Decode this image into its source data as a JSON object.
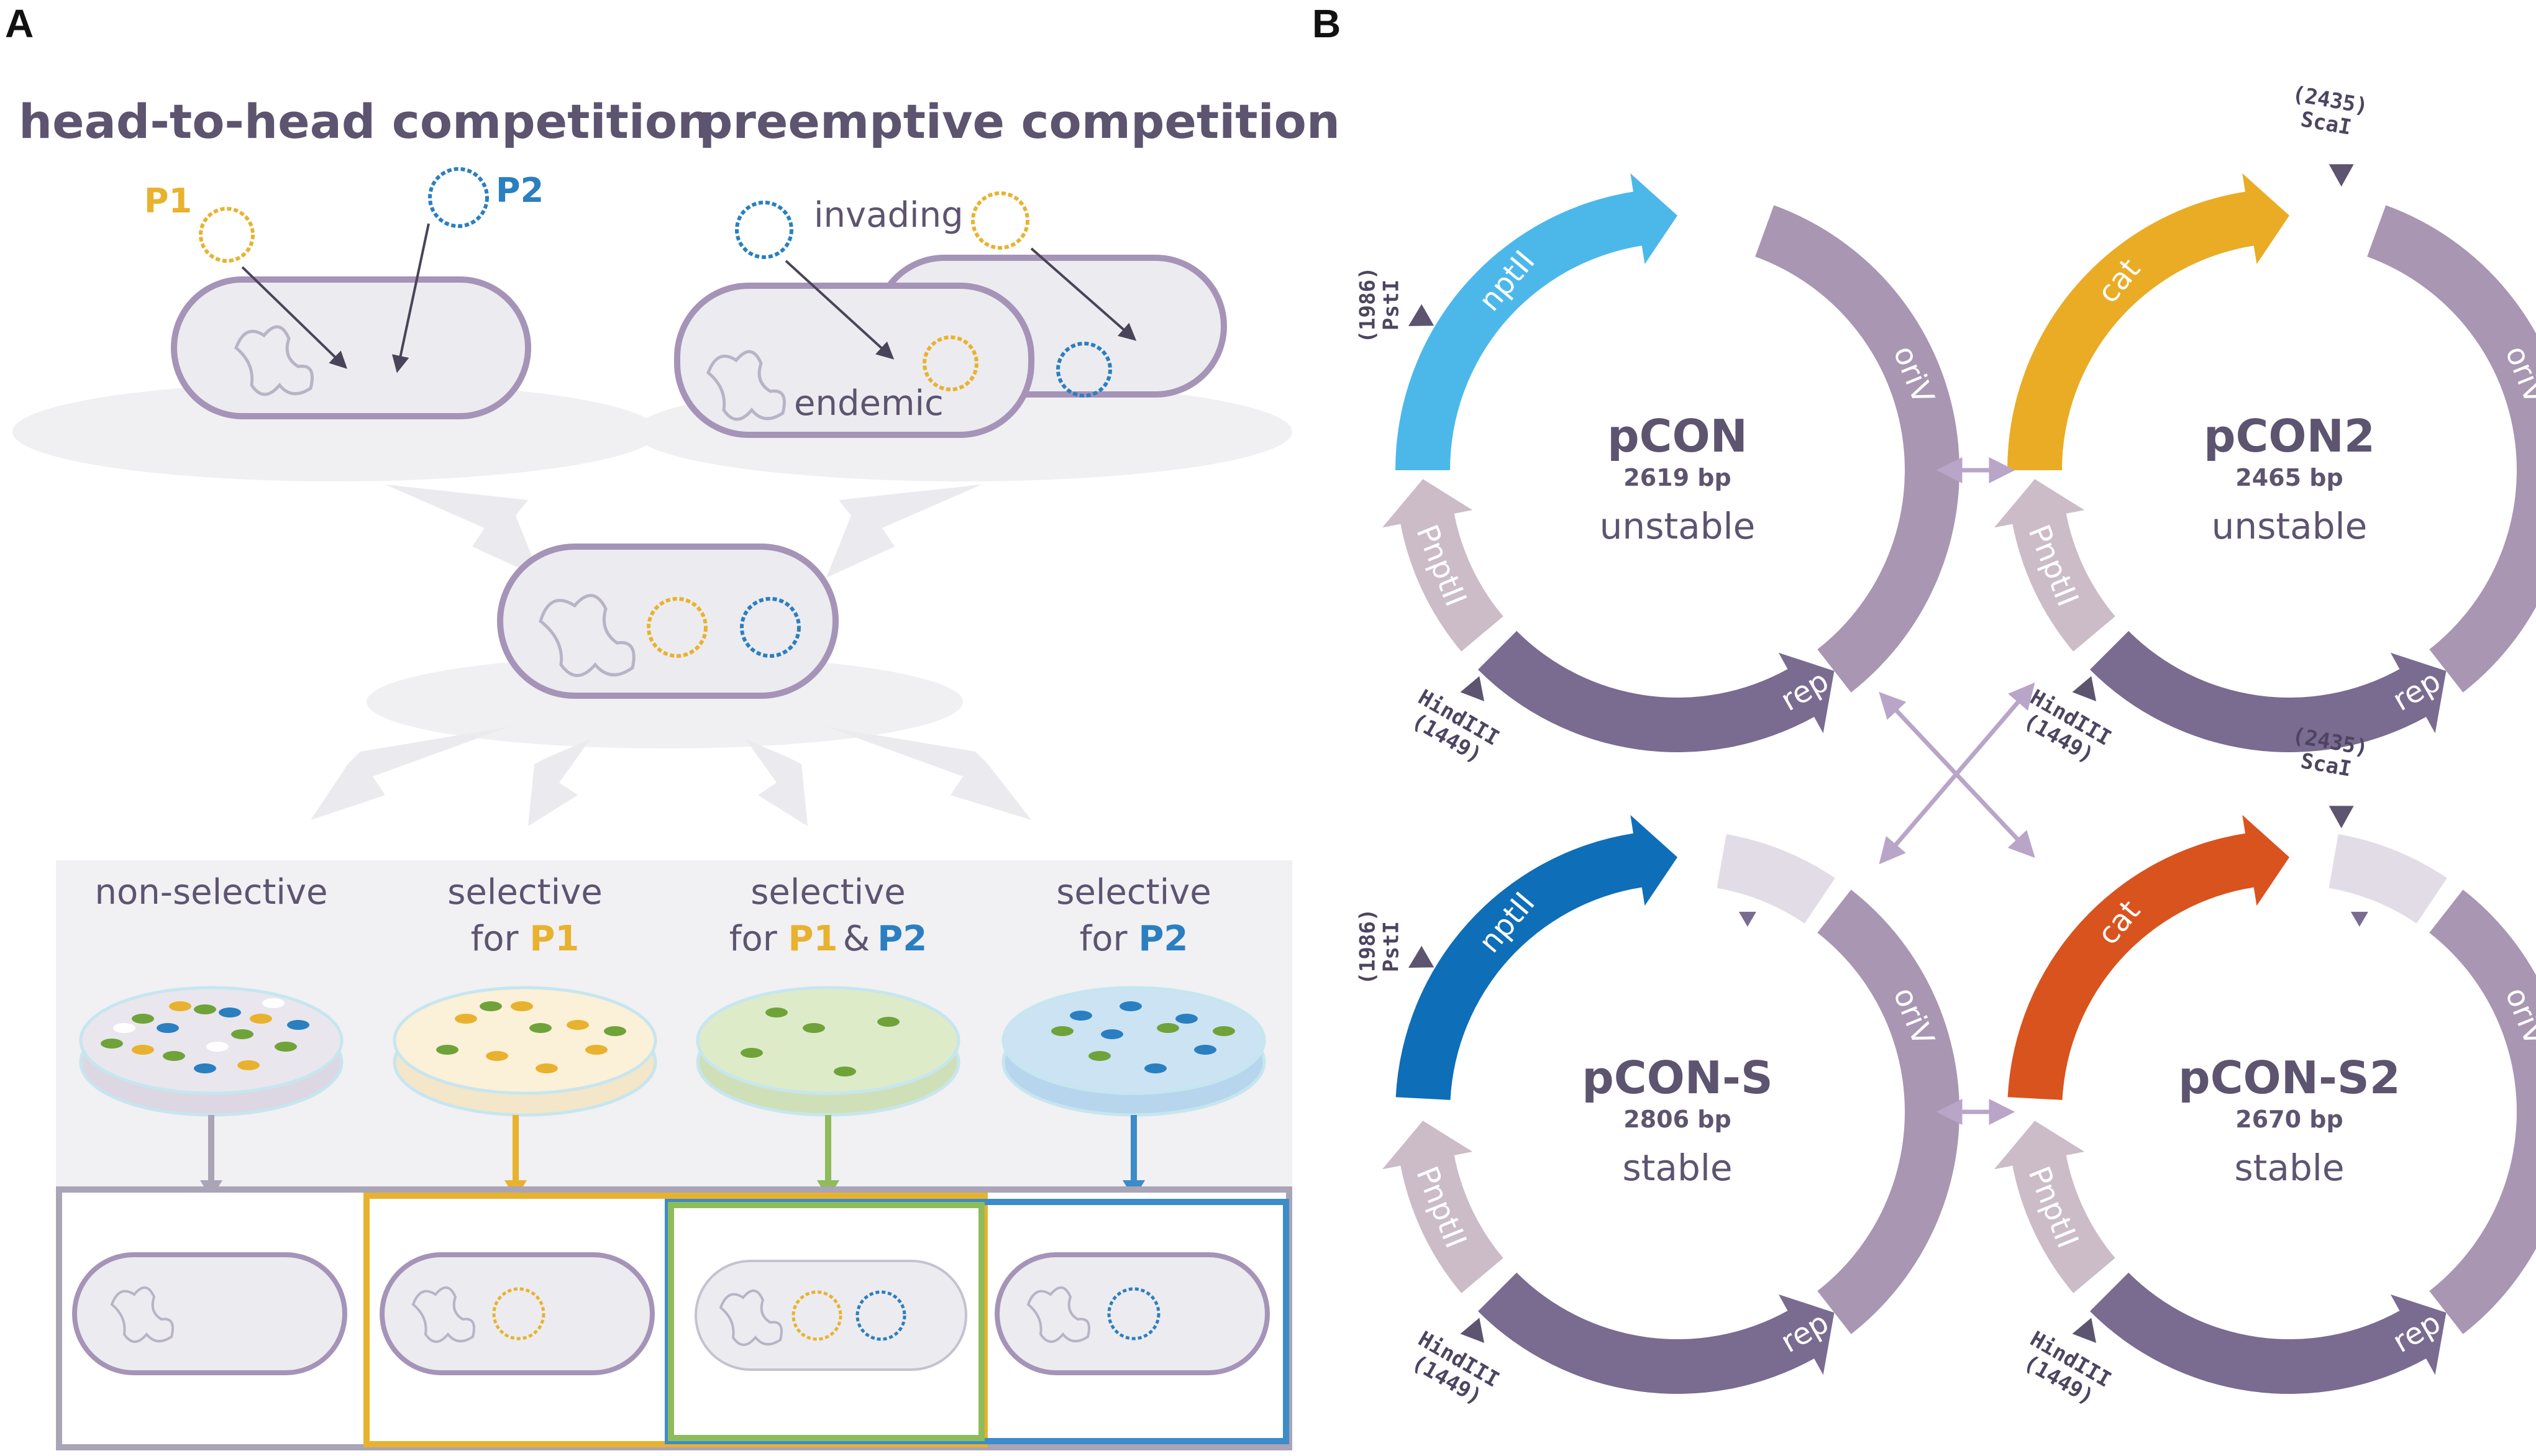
{
  "panelA": {
    "label": "A",
    "title_left": "head-to-head competition",
    "title_right": "preemptive competition",
    "p1": "P1",
    "p2": "P2",
    "invading": "invading",
    "endemic": "endemic",
    "conditions": [
      {
        "line1": "non-selective",
        "line2_prefix": "",
        "p1": "",
        "amp": "",
        "p2": ""
      },
      {
        "line1": "selective",
        "line2_prefix": "for ",
        "p1": "P1",
        "amp": "",
        "p2": ""
      },
      {
        "line1": "selective",
        "line2_prefix": "for ",
        "p1": "P1",
        "amp": "&",
        "p2": "P2"
      },
      {
        "line1": "selective",
        "line2_prefix": "for ",
        "p1": "",
        "amp": "",
        "p2": "P2"
      }
    ]
  },
  "panelB": {
    "label": "B",
    "plasmids": [
      {
        "name": "pCON",
        "size": "2619 bp",
        "stability": "unstable",
        "marker": "nptII",
        "color": "#4cb8ea"
      },
      {
        "name": "pCON2",
        "size": "2465 bp",
        "stability": "unstable",
        "marker": "cat",
        "color": "#e9ac24"
      },
      {
        "name": "pCON-S",
        "size": "2806 bp",
        "stability": "stable",
        "marker": "nptII",
        "color": "#0e6eb8"
      },
      {
        "name": "pCON-S2",
        "size": "2670 bp",
        "stability": "stable",
        "marker": "cat",
        "color": "#d9531e"
      }
    ],
    "genes": {
      "oriV": "oriV",
      "rep": "rep",
      "promoter": "PnptII"
    },
    "sites": {
      "psti": "PstI",
      "psti_pos": "(1986)",
      "hindiii": "HindIII",
      "hindiii_pos": "(1449)",
      "scai": "ScaI",
      "scai_pos": "(2435)"
    }
  }
}
